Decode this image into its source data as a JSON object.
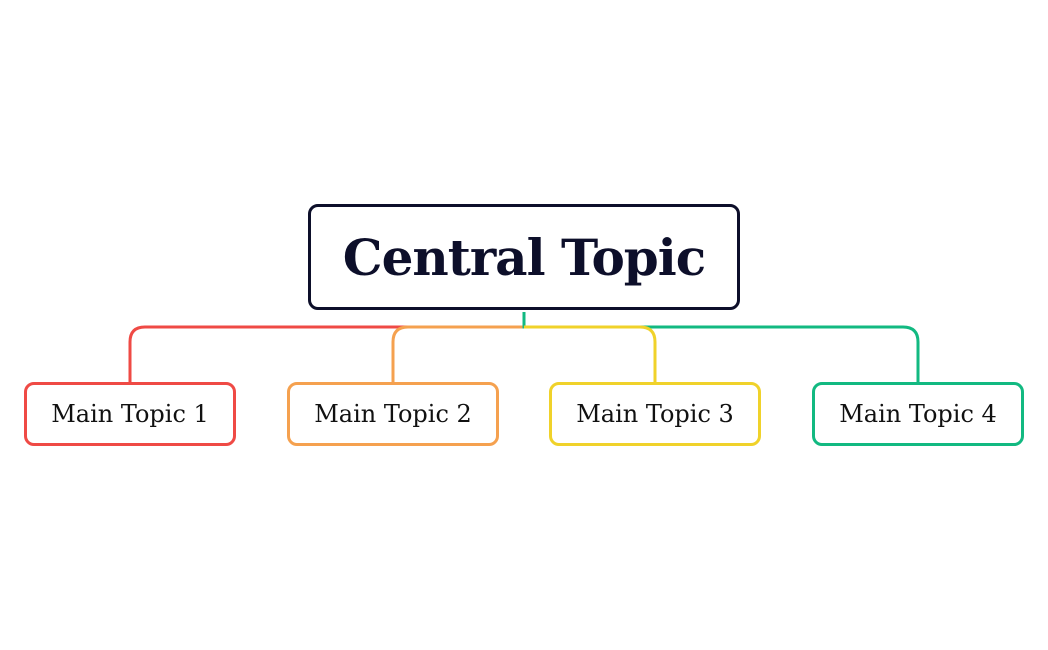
{
  "central_topic": {
    "label": "Central Topic",
    "border_color": "#0d0f2a"
  },
  "main_topics": [
    {
      "label": "Main Topic 1",
      "color": "#ef4a45"
    },
    {
      "label": "Main Topic 2",
      "color": "#f5a14f"
    },
    {
      "label": "Main Topic 3",
      "color": "#f0d22a"
    },
    {
      "label": "Main Topic 4",
      "color": "#12b981"
    }
  ]
}
